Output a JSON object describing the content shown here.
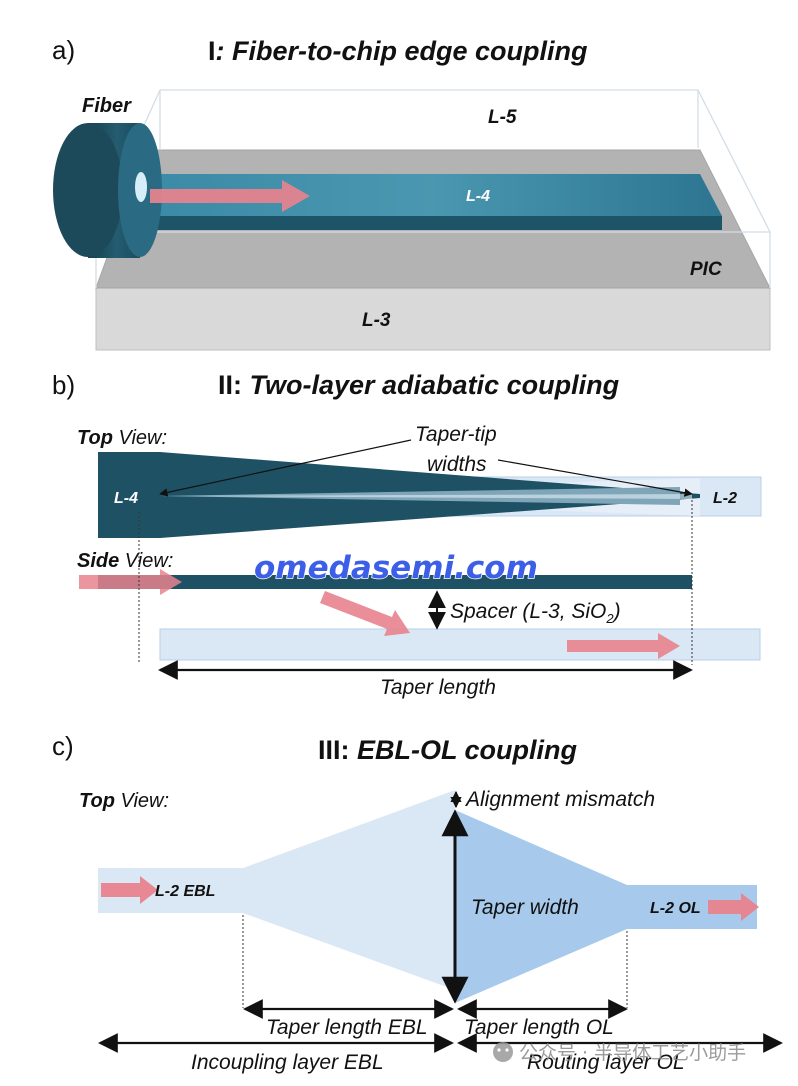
{
  "panel_a": {
    "label": "a)",
    "title_prefix": "I",
    "title_main": ": Fiber-to-chip edge coupling",
    "fiber": "Fiber",
    "l5": "L-5",
    "l4": "L-4",
    "pic": "PIC",
    "l3": "L-3"
  },
  "panel_b": {
    "label": "b)",
    "title_prefix": "II: ",
    "title_main": "Two-layer adiabatic coupling",
    "top_view_bold": "Top",
    "top_view_rest": " View:",
    "side_view_bold": "Side",
    "side_view_rest": " View:",
    "taper_tip_line1": "Taper-tip",
    "taper_tip_line2": "widths",
    "l4": "L-4",
    "l2": "L-2",
    "spacer_main": "Spacer (L-3, SiO",
    "spacer_sub": "2",
    "spacer_end": ")",
    "taper_length": "Taper length"
  },
  "panel_c": {
    "label": "c)",
    "title_prefix": "III: ",
    "title_main": "EBL-OL coupling",
    "top_view_bold": "Top",
    "top_view_rest": " View:",
    "alignment": "Alignment mismatch",
    "l2_ebl": "L-2 EBL",
    "taper_width": "Taper width",
    "l2_ol": "L-2 OL",
    "taper_length_ebl": "Taper length EBL",
    "taper_length_ol": "Taper length OL",
    "incoupling": "Incoupling layer EBL",
    "routing": "Routing layer OL"
  },
  "watermark": {
    "site": "omedasemi.com",
    "wechat": "公众号 · 半导体工艺小助手"
  },
  "colors": {
    "waveguide_dark": "#1f5165",
    "waveguide_mid": "#2e7590",
    "light_blue": "#dae8f6",
    "mid_blue": "#a6c9ec",
    "arrow_pink": "#e8838e",
    "chip_gray": "#b3b3b3"
  }
}
